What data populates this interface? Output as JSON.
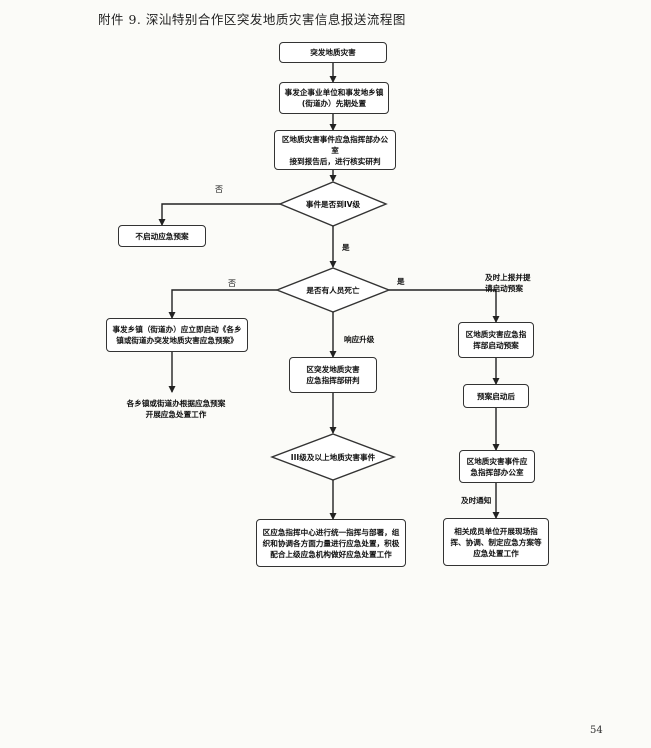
{
  "header": {
    "title": "附件 9. 深汕特别合作区突发地质灾害信息报送流程图",
    "page_number": "54"
  },
  "flow": {
    "start": "突发地质灾害",
    "first_response": "事发企事业单位和事发地乡镇\n(街道办）先期处置",
    "office_verify": "区地质灾害事件应急指挥部办公室\n接到报告后，进行核实研判",
    "q_level": "事件是否到IV级",
    "no_plan": "不启动应急预案",
    "q_casualty": "是否有人员死亡",
    "town_plan": "事发乡镇（街道办）应立即启动《各乡\n镇或街道办突发地质灾害应急预案》",
    "town_work": "各乡镇或街道办根据应急预案\n开展应急处置工作",
    "hq_judge": "区突发地质灾害\n应急指挥部研判",
    "q_major": "III级及以上地质灾害事件",
    "center_action": "区应急指挥中心进行统一指挥与部署，组\n织和协调各方面力量进行应急处置，积极\n配合上级应急机构做好应急处置工作",
    "hq_start": "区地质灾害应急指\n挥部启动预案",
    "plan_started": "预案启动后",
    "hq_office": "区地质灾害事件应\n急指挥部办公室",
    "units_work": "相关成员单位开展现场指\n挥、协调、制定应急方案等\n应急处置工作"
  },
  "labels": {
    "no_1": "否",
    "yes_1": "是",
    "no_2": "否",
    "yes_2": "是",
    "report_up": "及时上报并提\n请启动预案",
    "upgrade": "响应升级",
    "notify": "及时通知"
  }
}
